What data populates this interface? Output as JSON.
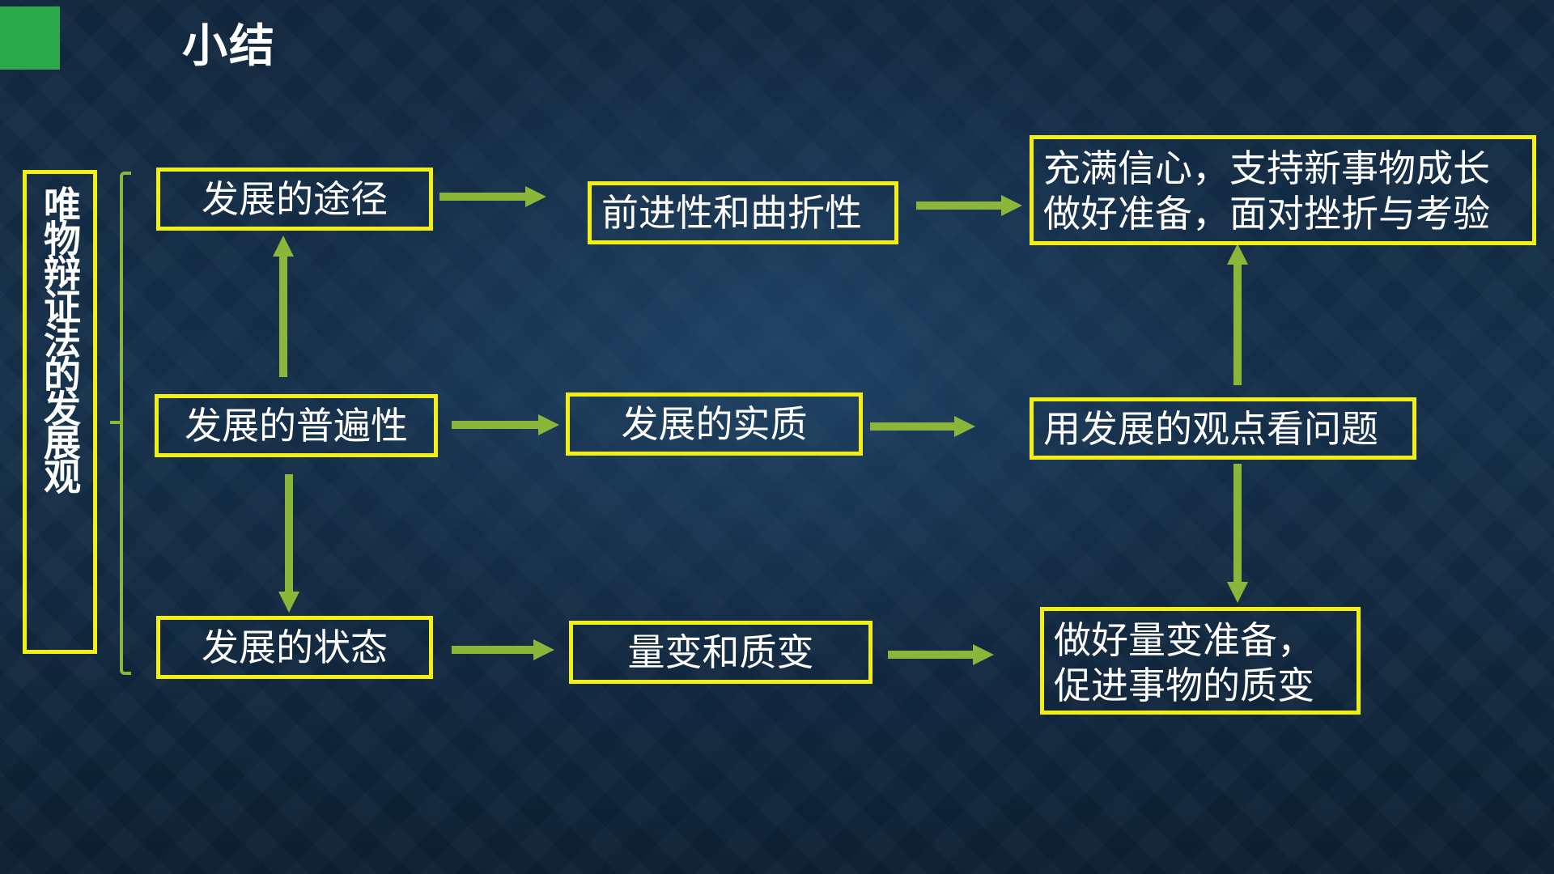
{
  "slide": {
    "title": "小结",
    "vertical_label": "唯物辩证法的发展观"
  },
  "colors": {
    "box_border": "#f3ef13",
    "arrow": "#8ab63a",
    "corner": "#2aa84a",
    "text": "#ffffff"
  },
  "nodes": {
    "path": "发展的途径",
    "universality": "发展的普遍性",
    "state": "发展的状态",
    "progress": "前进性和曲折性",
    "essence": "发展的实质",
    "quantity": "量变和质变",
    "confidence_line1": "充满信心，支持新事物成长",
    "confidence_line2": "做好准备，面对挫折与考验",
    "view": "用发展的观点看问题",
    "prepare_line1": "做好量变准备，",
    "prepare_line2": "促进事物的质变"
  }
}
